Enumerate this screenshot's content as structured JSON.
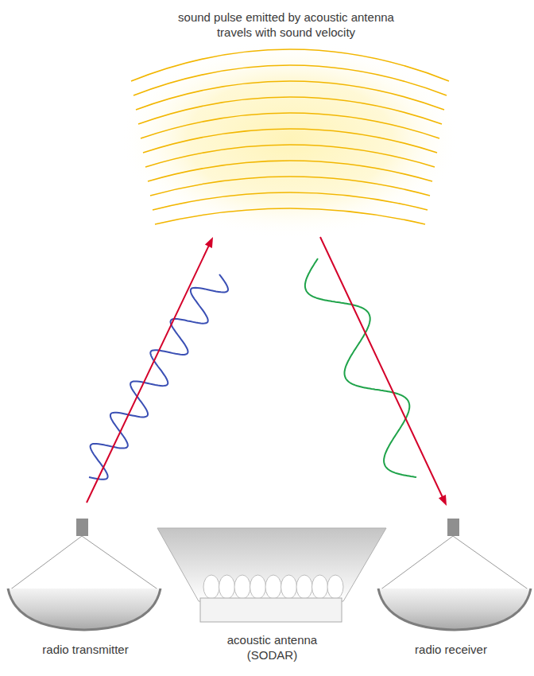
{
  "diagram": {
    "nodes": [
      {
        "text": [
          "sound pulse emitted by acoustic antenna travels with sound velocity"
        ]
      },
      {
        "text": [
          "radio transmitter"
        ]
      },
      {
        "text": [
          "acoustic antenna (SODAR)"
        ]
      },
      {
        "text": [
          "radio receiver"
        ]
      }
    ],
    "edges": [
      {
        "from": 1,
        "to": 0,
        "arrow": "to"
      },
      {
        "from": 0,
        "to": 3,
        "arrow": "to"
      }
    ]
  }
}
